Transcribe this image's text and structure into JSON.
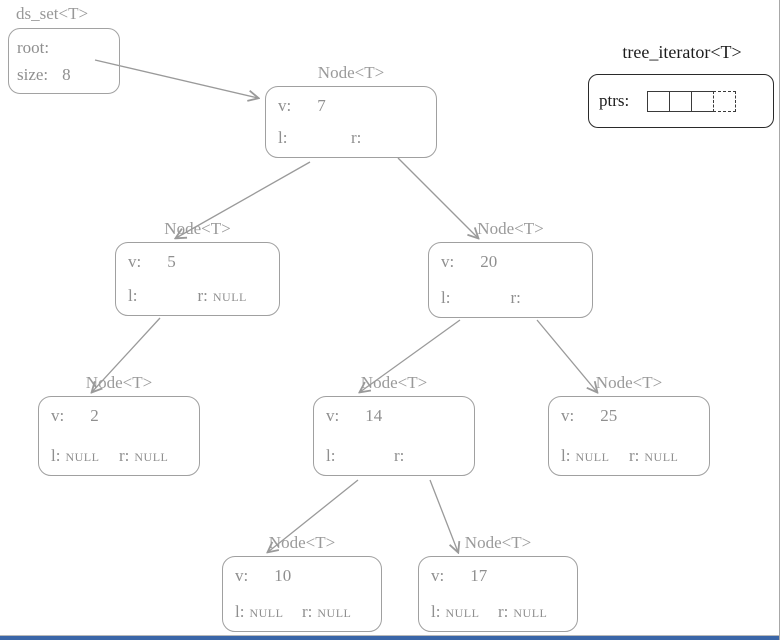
{
  "colors": {
    "diagram_gray": "#9a9a9a",
    "iterator_black": "#1c1c1c",
    "frame_blue": "#3a66a8"
  },
  "ds_set": {
    "title": "ds_set<T>",
    "root_label": "root:",
    "size_label": "size:",
    "size_value": "8"
  },
  "iterator": {
    "title": "tree_iterator<T>",
    "ptrs_label": "ptrs:",
    "cell_count": 4
  },
  "nodes": [
    {
      "type_label": "Node<T>",
      "v_label": "v:",
      "v": "7",
      "l_label": "l:",
      "l_value": "",
      "r_label": "r:",
      "r_value": ""
    },
    {
      "type_label": "Node<T>",
      "v_label": "v:",
      "v": "5",
      "l_label": "l:",
      "l_value": "",
      "r_label": "r:",
      "r_value": "NULL"
    },
    {
      "type_label": "Node<T>",
      "v_label": "v:",
      "v": "20",
      "l_label": "l:",
      "l_value": "",
      "r_label": "r:",
      "r_value": ""
    },
    {
      "type_label": "Node<T>",
      "v_label": "v:",
      "v": "2",
      "l_label": "l:",
      "l_value": "NULL",
      "r_label": "r:",
      "r_value": "NULL"
    },
    {
      "type_label": "Node<T>",
      "v_label": "v:",
      "v": "14",
      "l_label": "l:",
      "l_value": "",
      "r_label": "r:",
      "r_value": ""
    },
    {
      "type_label": "Node<T>",
      "v_label": "v:",
      "v": "25",
      "l_label": "l:",
      "l_value": "NULL",
      "r_label": "r:",
      "r_value": "NULL"
    },
    {
      "type_label": "Node<T>",
      "v_label": "v:",
      "v": "10",
      "l_label": "l:",
      "l_value": "NULL",
      "r_label": "r:",
      "r_value": "NULL"
    },
    {
      "type_label": "Node<T>",
      "v_label": "v:",
      "v": "17",
      "l_label": "l:",
      "l_value": "NULL",
      "r_label": "r:",
      "r_value": "NULL"
    }
  ],
  "tree": {
    "root": "7",
    "size": 8,
    "edges": [
      {
        "parent": "7",
        "side": "l",
        "child": "5"
      },
      {
        "parent": "7",
        "side": "r",
        "child": "20"
      },
      {
        "parent": "5",
        "side": "l",
        "child": "2"
      },
      {
        "parent": "20",
        "side": "l",
        "child": "14"
      },
      {
        "parent": "20",
        "side": "r",
        "child": "25"
      },
      {
        "parent": "14",
        "side": "l",
        "child": "10"
      },
      {
        "parent": "14",
        "side": "r",
        "child": "17"
      }
    ]
  }
}
